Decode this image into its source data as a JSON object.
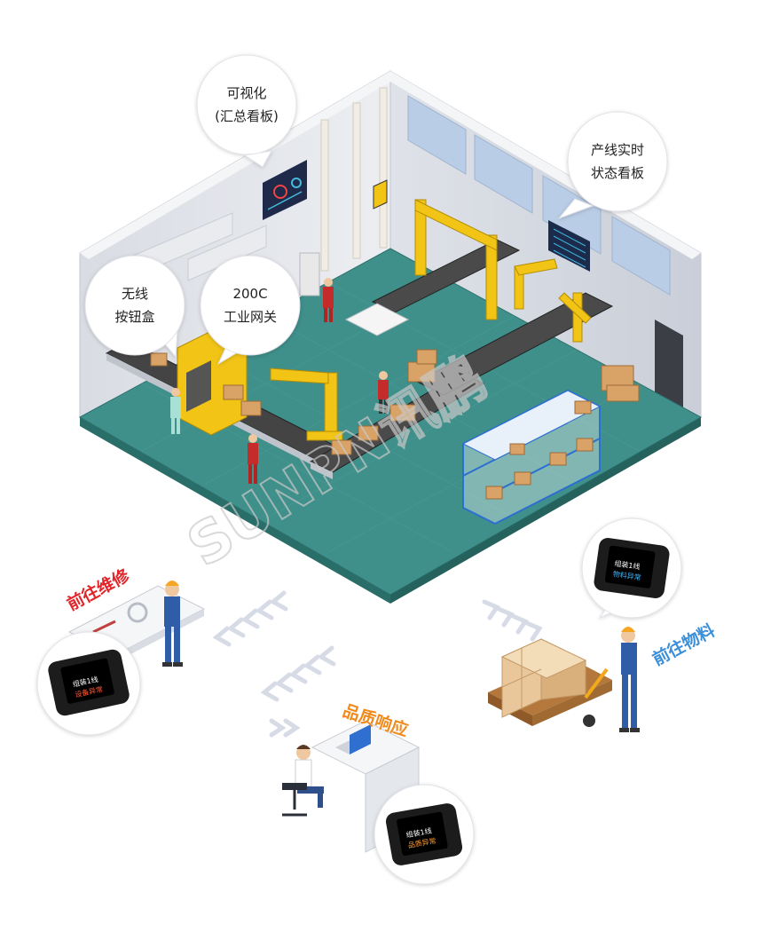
{
  "bubbles": {
    "visual": {
      "line1": "可视化",
      "line2": "(汇总看板)"
    },
    "status_board": {
      "line1": "产线实时",
      "line2": "状态看板"
    },
    "button_box": {
      "line1": "无线",
      "line2": "按钮盒"
    },
    "gateway": {
      "line1": "200C",
      "line2": "工业网关"
    }
  },
  "tasks": {
    "repair": "前往维修",
    "material": "前往物料",
    "quality": "品质响应"
  },
  "watermark": "SUNPN讯鹏",
  "watch_screens": {
    "repair": {
      "line1": "组装1线",
      "line2": "设备异常"
    },
    "material": {
      "line1": "组装1线",
      "line2": "物料异常"
    },
    "quality": {
      "line1": "组装1线",
      "line2": "品质异常"
    }
  },
  "colors": {
    "floor": "#3f8f8a",
    "repair_label": "#e0262b",
    "material_label": "#3b8fd9",
    "quality_label": "#f08a1c",
    "machine_yellow": "#f2c416"
  }
}
